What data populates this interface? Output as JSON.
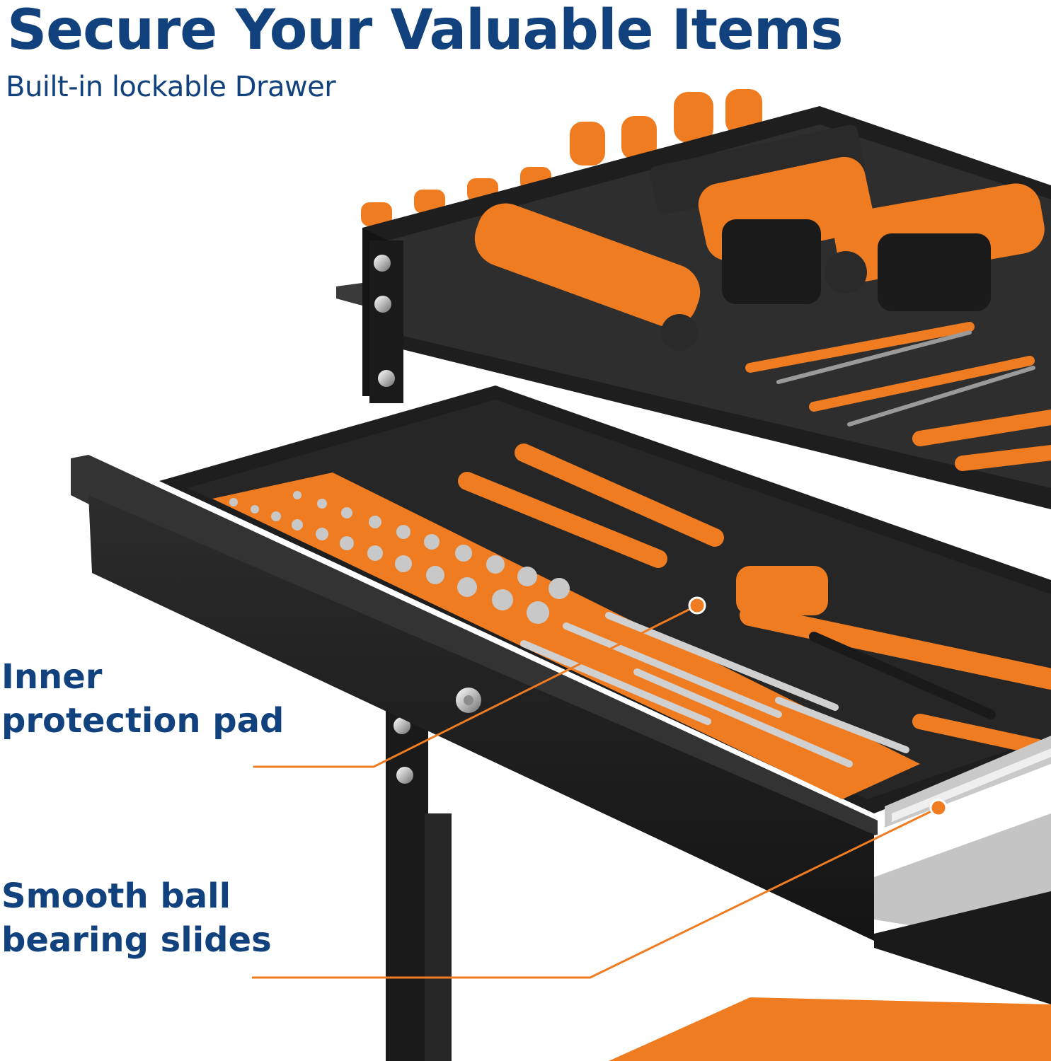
{
  "header": {
    "title": "Secure Your Valuable Items",
    "subtitle": "Built-in lockable Drawer"
  },
  "callouts": [
    {
      "line1": "Inner",
      "line2": "protection pad"
    },
    {
      "line1": "Smooth ball",
      "line2": "bearing slides"
    }
  ],
  "colors": {
    "brand_blue": "#12427d",
    "accent_orange": "#f07c22",
    "cart_black": "#1c1c1c"
  }
}
